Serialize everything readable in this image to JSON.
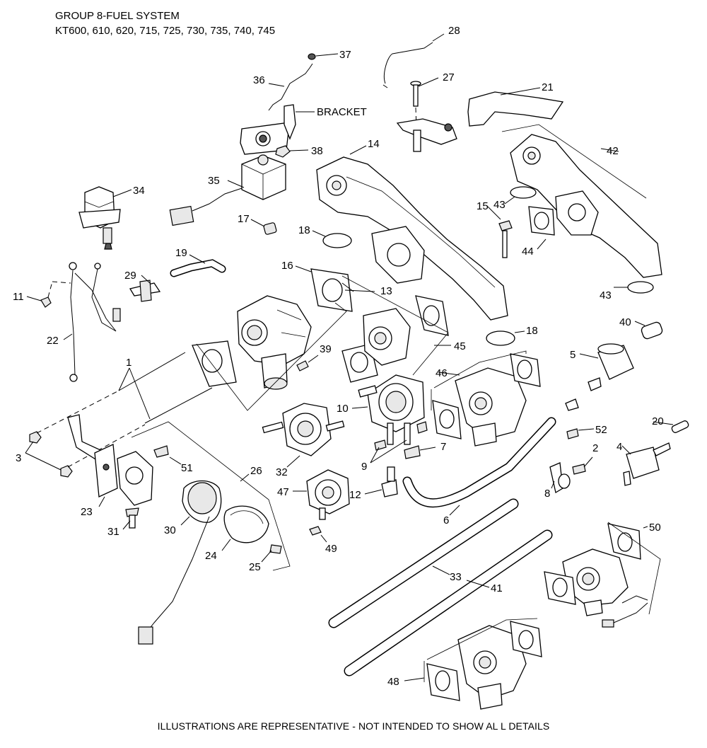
{
  "header": {
    "title": "GROUP 8-FUEL SYSTEM",
    "models": "KT600, 610, 620, 715, 725, 730, 735, 740, 745"
  },
  "footer": {
    "note": "ILLUSTRATIONS ARE REPRESENTATIVE - NOT INTENDED TO SHOW AL L DETAILS"
  },
  "callouts": {
    "c1": "1",
    "c2": "2",
    "c3": "3",
    "c4": "4",
    "c5": "5",
    "c6": "6",
    "c7": "7",
    "c8": "8",
    "c9": "9",
    "c10": "10",
    "c11": "11",
    "c12": "12",
    "c13": "13",
    "c14": "14",
    "c15": "15",
    "c16": "16",
    "c17": "17",
    "c18a": "18",
    "c18b": "18",
    "c19": "19",
    "c20": "20",
    "c21": "21",
    "c22": "22",
    "c23": "23",
    "c24": "24",
    "c25": "25",
    "c26": "26",
    "c27": "27",
    "c28": "28",
    "c29": "29",
    "c30": "30",
    "c31": "31",
    "c32": "32",
    "c33": "33",
    "c34": "34",
    "c35": "35",
    "c36": "36",
    "c37": "37",
    "c38": "38",
    "c39": "39",
    "c40": "40",
    "c41": "41",
    "c42": "42",
    "c43a": "43",
    "c43b": "43",
    "c44": "44",
    "c45": "45",
    "c46": "46",
    "c47": "47",
    "c48": "48",
    "c49": "49",
    "c50": "50",
    "c51": "51",
    "c52": "52",
    "bracket": "BRACKET"
  }
}
